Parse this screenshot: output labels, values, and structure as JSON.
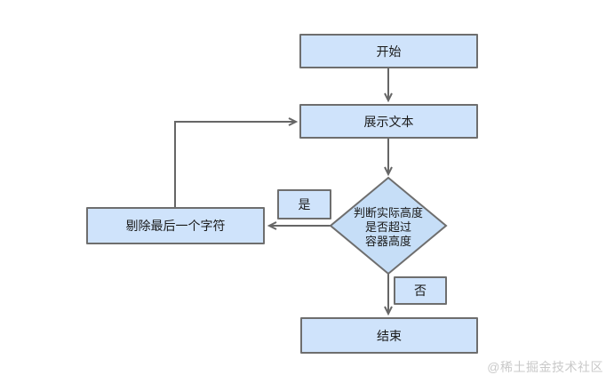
{
  "diagram": {
    "title": "text-overflow truncation flowchart",
    "nodes": {
      "start": {
        "label": "开始",
        "type": "process"
      },
      "display_text": {
        "label": "展示文本",
        "type": "process"
      },
      "decision": {
        "label": "判断实际高度\n是否超过\n容器高度",
        "type": "decision"
      },
      "remove_last_char": {
        "label": "剔除最后一个字符",
        "type": "process"
      },
      "end": {
        "label": "结束",
        "type": "process"
      }
    },
    "edge_labels": {
      "yes": {
        "label": "是"
      },
      "no": {
        "label": "否"
      }
    },
    "edges": [
      {
        "from": "start",
        "to": "display_text"
      },
      {
        "from": "display_text",
        "to": "decision"
      },
      {
        "from": "decision",
        "to": "remove_last_char",
        "label": "是"
      },
      {
        "from": "remove_last_char",
        "to": "display_text"
      },
      {
        "from": "decision",
        "to": "end",
        "label": "否"
      }
    ]
  },
  "watermark": {
    "text": "@稀土掘金技术社区"
  },
  "colors": {
    "background": "#ffffff",
    "node-fill": "#cfe3fb",
    "diamond-fill": "#c6def7",
    "node-border": "#6e6e6e",
    "line": "#666666",
    "text": "#1a1a1a",
    "watermark": "#c9c9c9"
  }
}
